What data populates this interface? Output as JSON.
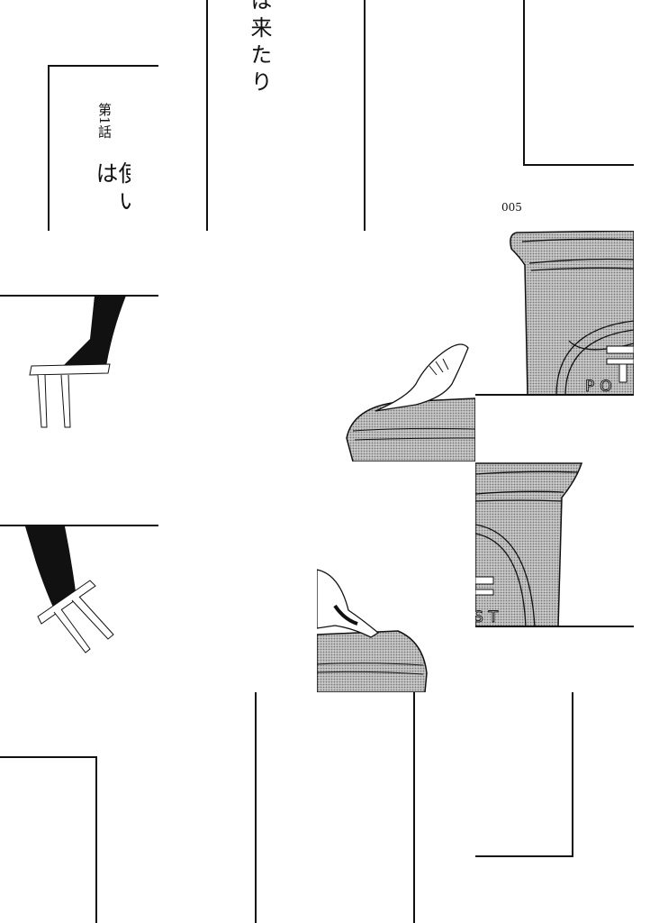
{
  "page": {
    "chapter_label": "第1話",
    "chapter_title_fragment": "使いは",
    "title_fragment_right": "は来たり",
    "page_number": "005",
    "postbox_letters_left": "PO",
    "postbox_letters_right": "ST"
  },
  "colors": {
    "ink": "#111111",
    "screentone": "#a8a8a8",
    "paper": "#ffffff"
  }
}
